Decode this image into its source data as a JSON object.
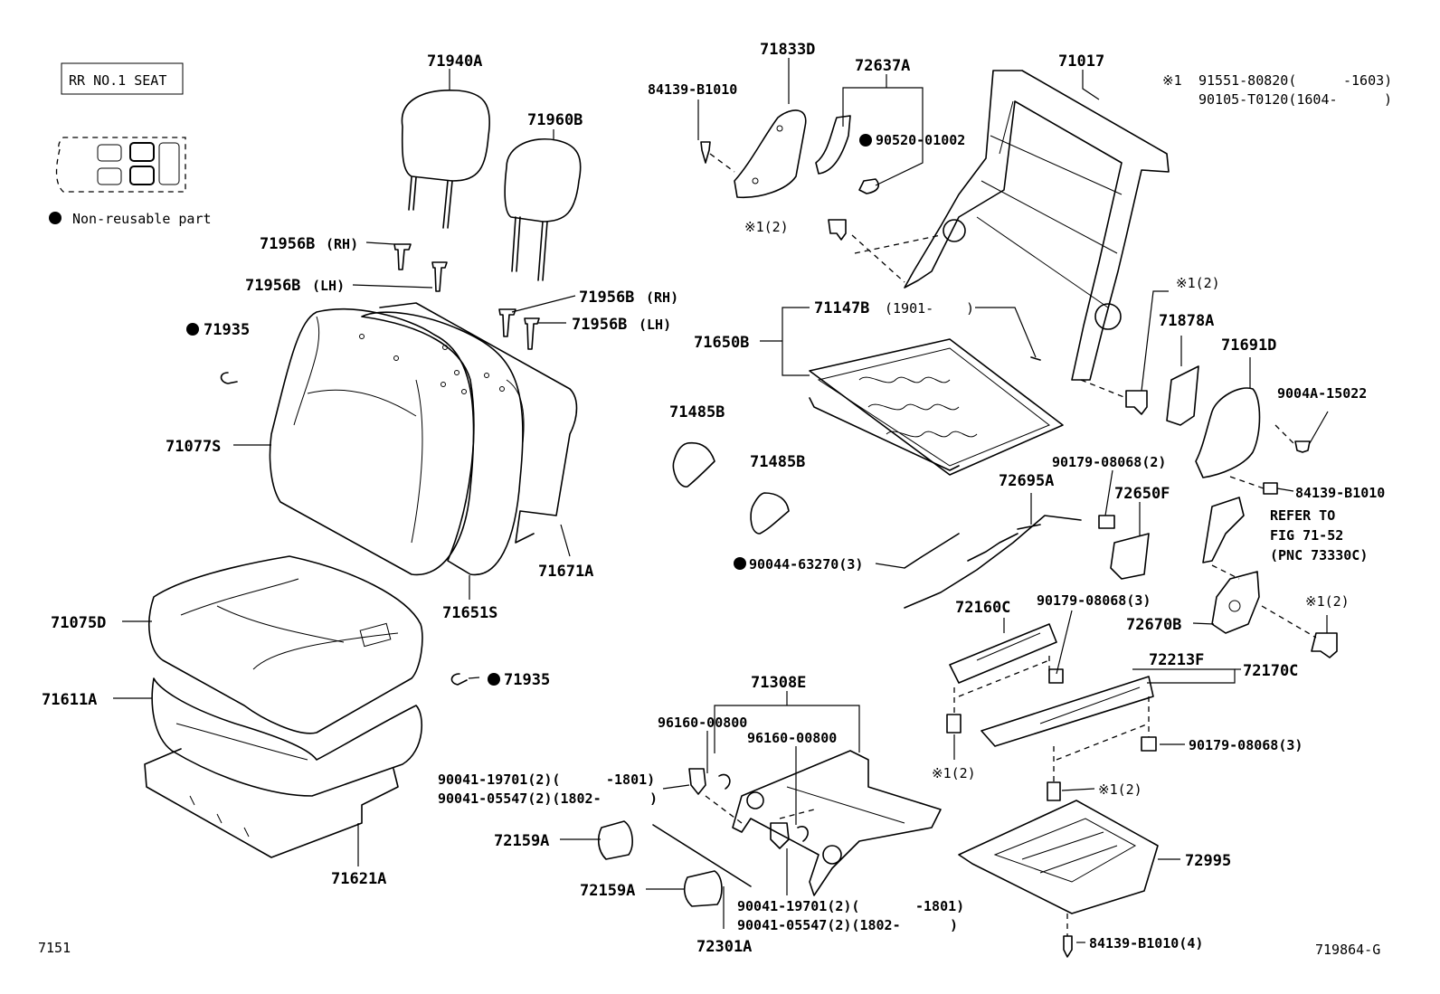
{
  "legend": {
    "seat_box": "RR NO.1 SEAT",
    "non_reusable": "Non-reusable part"
  },
  "note": {
    "mark": "※1",
    "part_a": "91551-80820(",
    "range_a": "-1603)",
    "part_b": "90105-T0120(1604-",
    "range_b": ")"
  },
  "labels": {
    "p71940A": "71940A",
    "p71960B": "71960B",
    "p71956B_rh_1": "71956B",
    "p71956B_lh_1": "71956B",
    "p71956B_rh_2": "71956B",
    "p71956B_lh_2": "71956B",
    "rh": "(RH)",
    "lh": "(LH)",
    "p71935_top": "71935",
    "p71935_mid": "71935",
    "p71077S": "71077S",
    "p71651S": "71651S",
    "p71671A": "71671A",
    "p71075D": "71075D",
    "p71611A": "71611A",
    "p71621A": "71621A",
    "p84139_top": "84139-B1010",
    "p71833D": "71833D",
    "p72637A": "72637A",
    "p90520": "90520-01002",
    "p71017": "71017",
    "note1_2_a": "※1(2)",
    "note1_2_b": "※1(2)",
    "note1_2_c": "※1(2)",
    "note1_2_d": "※1(2)",
    "note1_2_e": "※1(2)",
    "p71147B": "71147B",
    "p71147B_range": "(1901-",
    "p71147B_close": ")",
    "p71650B": "71650B",
    "p71878A": "71878A",
    "p71691D": "71691D",
    "p9004A": "9004A-15022",
    "p84139_right": "84139-B1010",
    "refer_1": "REFER TO",
    "refer_2": "FIG 71-52",
    "refer_3": "(PNC 73330C)",
    "p71485B_1": "71485B",
    "p71485B_2": "71485B",
    "p90179_2": "90179-08068(2)",
    "p72695A": "72695A",
    "p72650F": "72650F",
    "p90044": "90044-63270(3)",
    "p72160C": "72160C",
    "p90179_3a": "90179-08068(3)",
    "p72670B": "72670B",
    "p72213F": "72213F",
    "p72170C": "72170C",
    "p90179_3b": "90179-08068(3)",
    "p71308E": "71308E",
    "p96160_1": "96160-00800",
    "p96160_2": "96160-00800",
    "p90041_a1": "90041-19701(2)(",
    "p90041_a1r": "-1801)",
    "p90041_a2": "90041-05547(2)(1802-",
    "p90041_a2r": ")",
    "p90041_b1": "90041-19701(2)(",
    "p90041_b1r": "-1801)",
    "p90041_b2": "90041-05547(2)(1802-",
    "p90041_b2r": ")",
    "p72159A_1": "72159A",
    "p72159A_2": "72159A",
    "p72301A": "72301A",
    "p72995": "72995",
    "p84139_bottom": "84139-B1010(4)"
  },
  "footer": {
    "page_code": "7151",
    "figure_code": "719864-G"
  }
}
